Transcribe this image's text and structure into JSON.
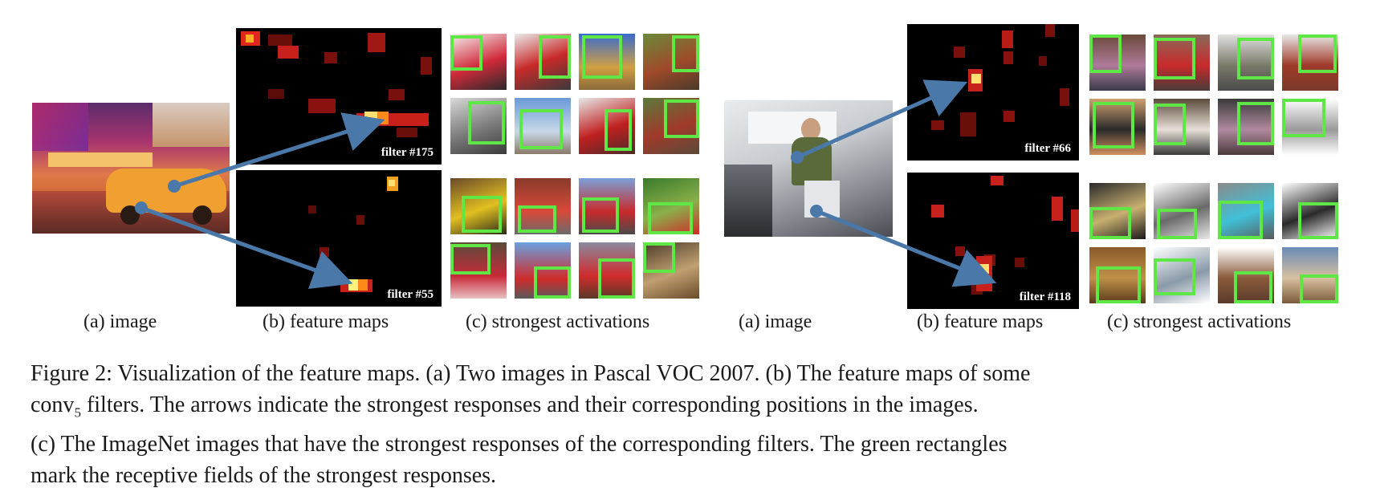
{
  "left_panel": {
    "filter_top_label": "filter #175",
    "filter_bottom_label": "filter #55",
    "subcaptions": [
      "(a) image",
      "(b) feature maps",
      "(c) strongest activations"
    ]
  },
  "right_panel": {
    "filter_top_label": "filter #66",
    "filter_bottom_label": "filter #118",
    "subcaptions": [
      "(a) image",
      "(b) feature maps",
      "(c) strongest activations"
    ]
  },
  "caption": {
    "line1": "Figure 2: Visualization of the feature maps. (a) Two images in Pascal VOC 2007. (b) The feature maps of some",
    "line2_pre": "conv",
    "line2_sub": "5",
    "line2_post": " filters. The arrows indicate the strongest responses and their corresponding positions in the images.",
    "line3": "(c) The ImageNet images that have the strongest responses of the corresponding filters. The green rectangles",
    "line4": "mark the receptive fields of the strongest responses."
  },
  "colors": {
    "receptive_field_box": "#5fe845",
    "arrow": "#4a78a8",
    "feature_map_background": "#000000"
  }
}
